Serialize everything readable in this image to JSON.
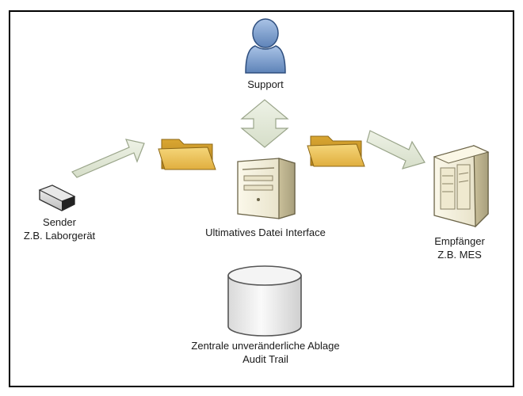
{
  "diagram": {
    "nodes": {
      "support": {
        "label": "Support",
        "icon": "user-icon"
      },
      "sender": {
        "line1": "Sender",
        "line2": "Z.B. Laborgerät",
        "icon": "device-icon"
      },
      "interface": {
        "label": "Ultimatives Datei Interface",
        "icon": "server-tower-icon"
      },
      "receiver": {
        "line1": "Empfänger",
        "line2": "Z.B. MES",
        "icon": "server-cabinet-icon"
      },
      "storage": {
        "line1": "Zentrale unveränderliche Ablage",
        "line2": "Audit Trail",
        "icon": "database-icon"
      }
    },
    "folders": [
      "folder-icon",
      "folder-icon"
    ],
    "arrows": [
      {
        "from": "sender",
        "to": "folder"
      },
      {
        "from": "support",
        "to": "interface",
        "bidirectional": true
      },
      {
        "from": "folder",
        "to": "receiver"
      }
    ],
    "colors": {
      "arrow_fill": "#e4ead8",
      "arrow_stroke": "#9aa58a",
      "folder_fill": "#e8b84a",
      "server_fill": "#f1edd8",
      "person_fill": "#7ea0cc",
      "database_fill": "#ececec",
      "frame_border": "#000000"
    }
  }
}
